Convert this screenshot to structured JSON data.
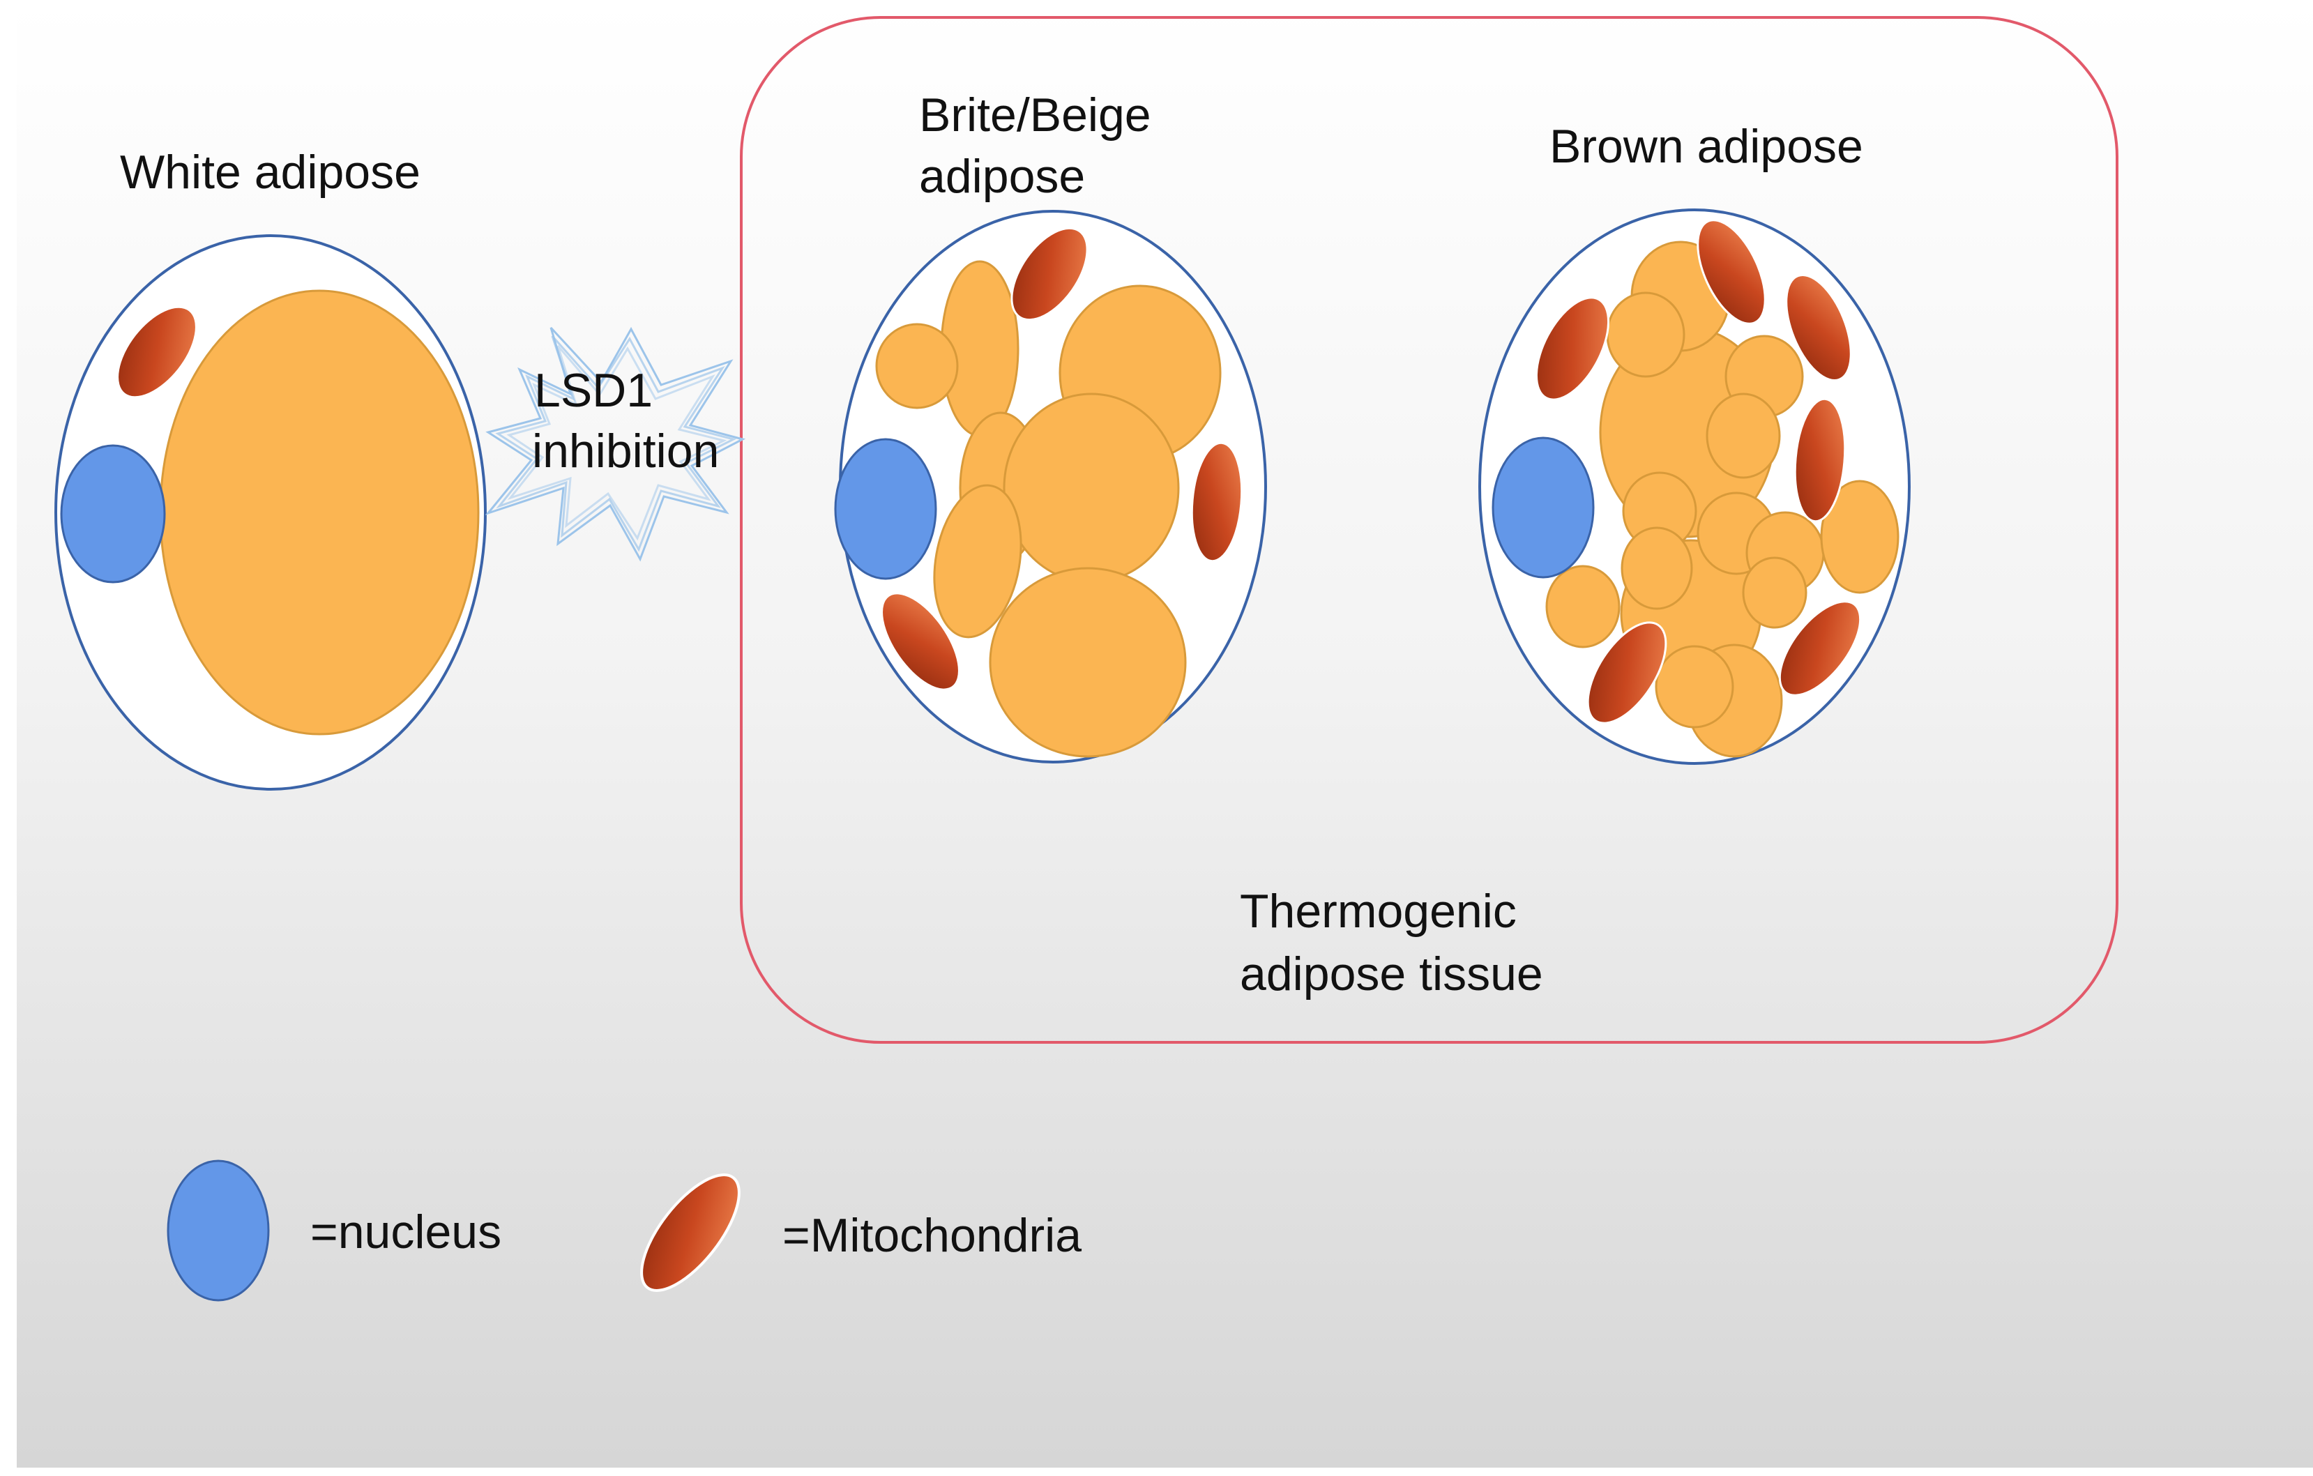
{
  "diagram": {
    "white_adipose": {
      "label": "White adipose"
    },
    "treatment": {
      "line1": "LSD1",
      "line2": "inhibition"
    },
    "brite_beige_adipose": {
      "line1": "Brite/Beige",
      "line2": "adipose"
    },
    "brown_adipose": {
      "label": "Brown adipose"
    },
    "thermogenic_group": {
      "line1": "Thermogenic",
      "line2": "adipose tissue"
    }
  },
  "legend": {
    "nucleus": {
      "label": "=nucleus"
    },
    "mitochondria": {
      "label": "=Mitochondria"
    }
  },
  "colors": {
    "background_top": "#ffffff",
    "background_bottom": "#d7d7d7",
    "cell_outline": "#3a63a8",
    "lipid_droplet": "#fbb552",
    "lipid_outline": "#d89a3a",
    "nucleus": "#6397e8",
    "mitochondria_dark": "#9c2f10",
    "mitochondria_light": "#e46a38",
    "thermogenic_box": "#e2596a",
    "starburst": "#9cc4ea"
  }
}
